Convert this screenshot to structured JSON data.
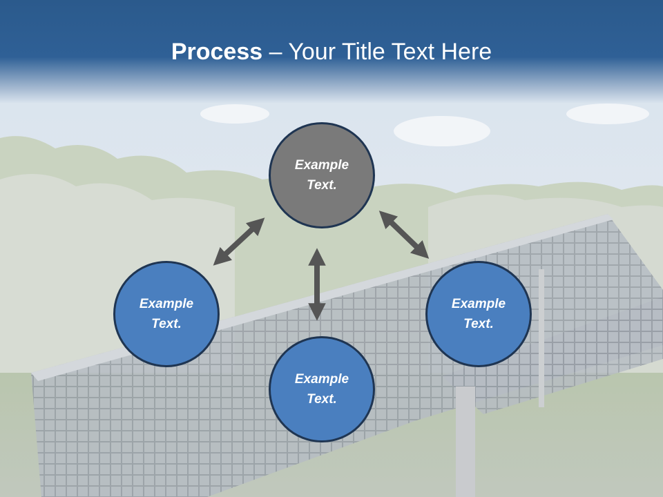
{
  "title": {
    "bold": "Process",
    "rest": " – Your Title Text Here"
  },
  "nodes": {
    "top": "Example Text.",
    "left": "Example Text.",
    "bottom": "Example Text.",
    "right": "Example Text."
  },
  "colors": {
    "header": "#2f6096",
    "node_blue": "#4a7fbf",
    "node_gray": "#7a7a7a",
    "arrow": "#555555"
  },
  "background": {
    "description_icon": "solar-panel-photo"
  }
}
